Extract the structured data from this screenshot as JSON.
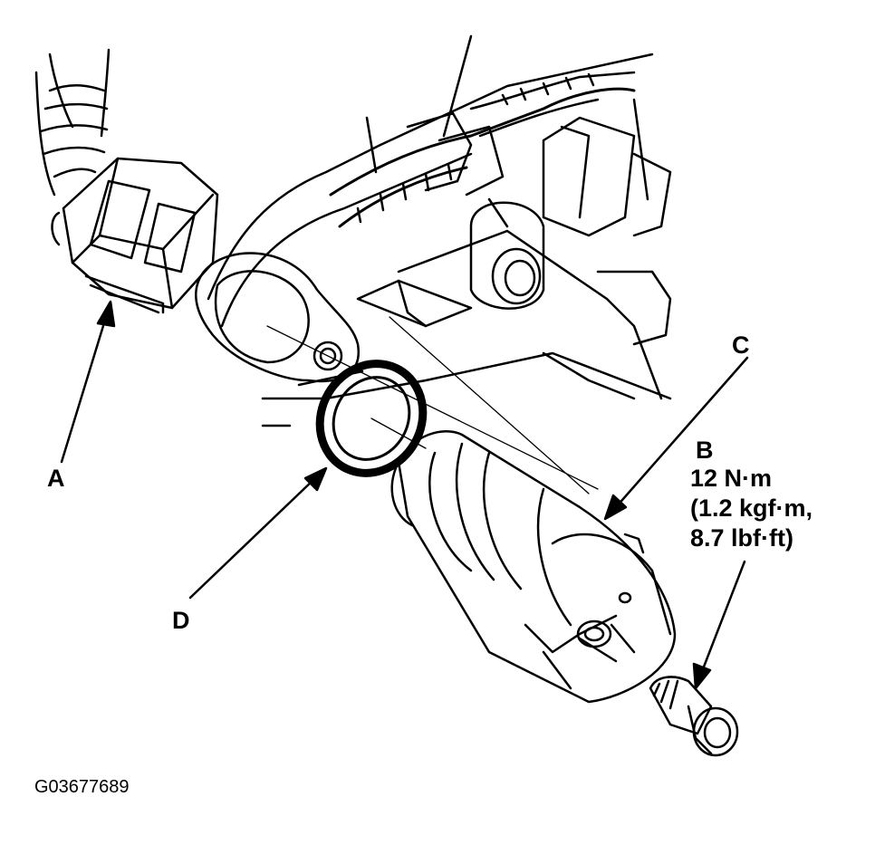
{
  "callouts": {
    "a": "A",
    "b": "B",
    "c": "C",
    "d": "D"
  },
  "torque": {
    "line1": "12 N·m",
    "line2": "(1.2 kgf·m,",
    "line3": "8.7 lbf·ft)"
  },
  "figure_id": "G03677689"
}
